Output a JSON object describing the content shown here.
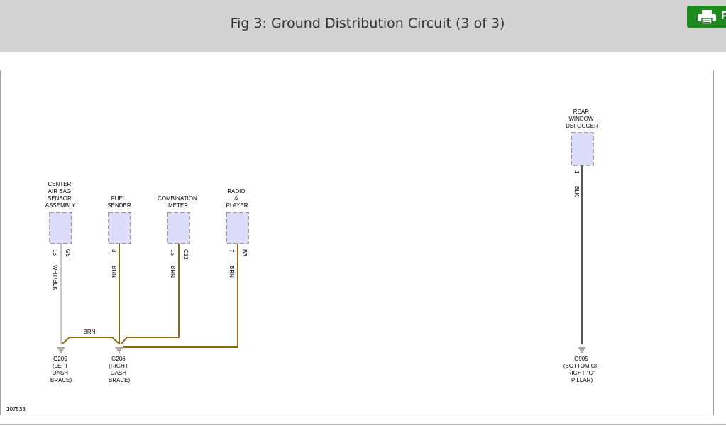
{
  "header": {
    "title": "Fig 3: Ground Distribution Circuit (3 of 3)",
    "print_label": "P",
    "print_icon": "printer-icon",
    "print_color": "#1e8a1e"
  },
  "colors": {
    "component_fill": "#dcdcfa",
    "component_border": "#888888",
    "wire_brn": "#8b6914",
    "wire_wht_blk": "#c8c8c8",
    "wire_blk": "#555555"
  },
  "diagram": {
    "figure_number": "107533",
    "components": [
      {
        "id": "center-air-bag-sensor",
        "label": [
          "CENTER",
          "AIR BAG",
          "SENSOR",
          "ASSEMBLY"
        ],
        "pin": "16",
        "connector": "G5",
        "wire_label": "WHT/BLK"
      },
      {
        "id": "fuel-sender",
        "label": [
          "FUEL",
          "SENDER"
        ],
        "pin": "3",
        "connector": "",
        "wire_label": "BRN"
      },
      {
        "id": "combination-meter",
        "label": [
          "COMBINATION",
          "METER"
        ],
        "pin": "15",
        "connector": "C12",
        "wire_label": "BRN"
      },
      {
        "id": "radio-player",
        "label": [
          "RADIO",
          "&",
          "PLAYER"
        ],
        "pin": "7",
        "connector": "B3",
        "wire_label": "BRN"
      },
      {
        "id": "rear-window-defogger",
        "label": [
          "REAR",
          "WINDOW",
          "DEFOGGER"
        ],
        "pin": "1",
        "connector": "",
        "wire_label": "BLK"
      }
    ],
    "link_wire_label": "BRN",
    "grounds": [
      {
        "id": "g205",
        "label": [
          "G205",
          "(LEFT",
          "DASH",
          "BRACE)"
        ]
      },
      {
        "id": "g206",
        "label": [
          "G206",
          "(RIGHT",
          "DASH",
          "BRACE)"
        ]
      },
      {
        "id": "g905",
        "label": [
          "G905",
          "(BOTTOM OF",
          "RIGHT \"C\"",
          "PILLAR)"
        ]
      }
    ]
  }
}
